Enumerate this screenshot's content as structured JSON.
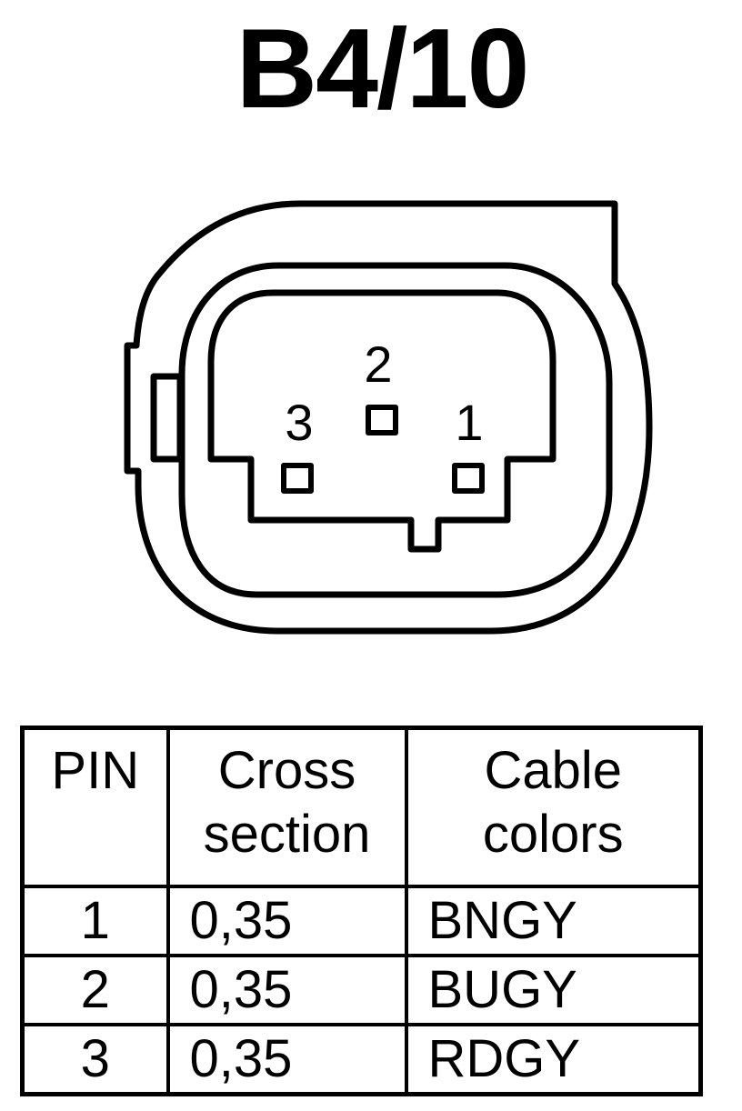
{
  "title": "B4/10",
  "connector": {
    "pins": [
      {
        "number": "1"
      },
      {
        "number": "2"
      },
      {
        "number": "3"
      }
    ]
  },
  "table": {
    "headers": {
      "pin": "PIN",
      "cross_line1": "Cross",
      "cross_line2": "section",
      "color_line1": "Cable",
      "color_line2": "colors"
    },
    "rows": [
      {
        "pin": "1",
        "cross_section": "0,35",
        "color": "BNGY"
      },
      {
        "pin": "2",
        "cross_section": "0,35",
        "color": "BUGY"
      },
      {
        "pin": "3",
        "cross_section": "0,35",
        "color": "RDGY"
      }
    ]
  }
}
